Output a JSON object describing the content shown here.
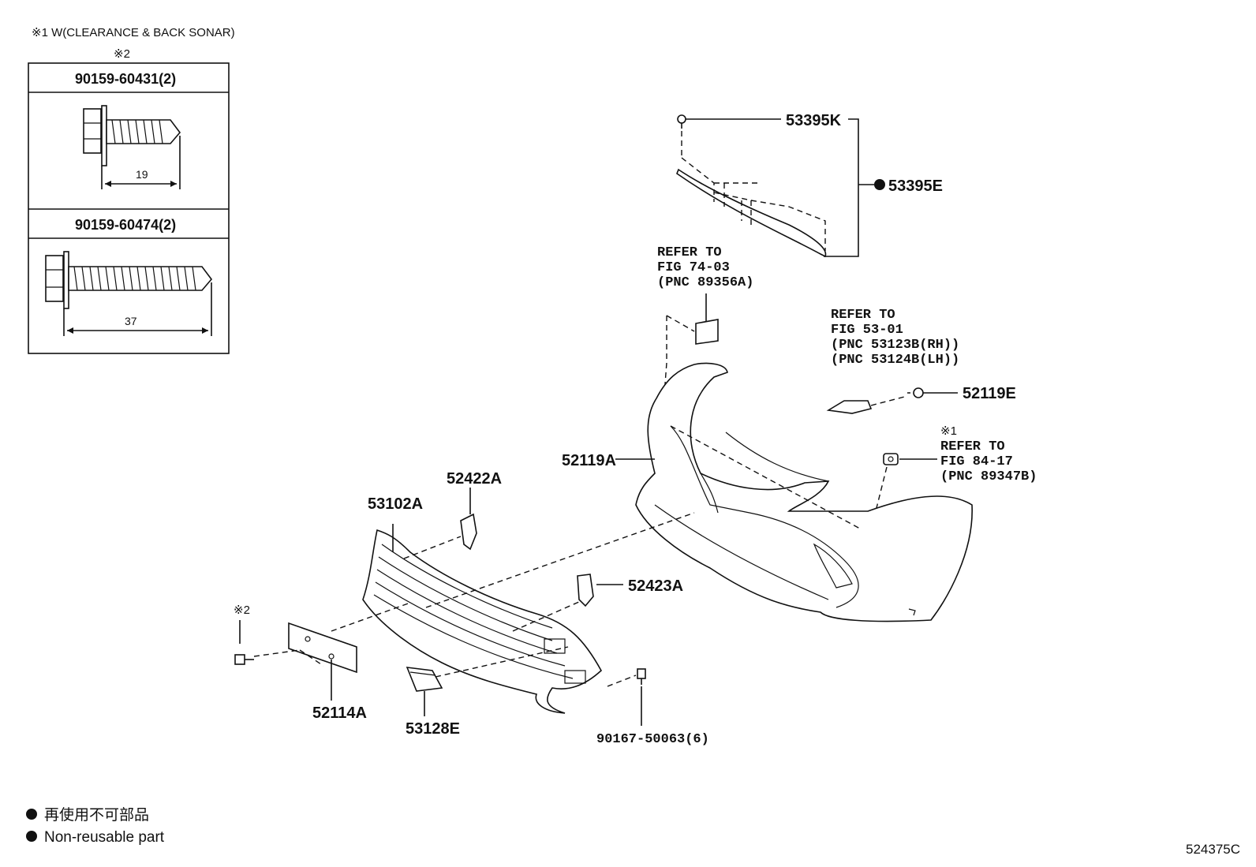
{
  "header_note": "※1 W(CLEARANCE & BACK SONAR)",
  "callout_table": {
    "mark": "※2",
    "rows": [
      {
        "part_no": "90159-60431(2)",
        "dimension": "19"
      },
      {
        "part_no": "90159-60474(2)",
        "dimension": "37"
      }
    ]
  },
  "parts": {
    "p53395K": "53395K",
    "p53395E": "53395E",
    "p52119E": "52119E",
    "p52119A": "52119A",
    "p52422A": "52422A",
    "p53102A": "53102A",
    "p52423A": "52423A",
    "p52114A": "52114A",
    "p53128E": "53128E",
    "p90167": "90167-50063(6)"
  },
  "refer_notes": {
    "fig74": [
      "REFER TO",
      "FIG 74-03",
      "(PNC 89356A)"
    ],
    "fig53": [
      "REFER TO",
      "FIG 53-01",
      "(PNC 53123B(RH))",
      "(PNC 53124B(LH))"
    ],
    "fig84_mark": "※1",
    "fig84": [
      "REFER TO",
      "FIG 84-17",
      "(PNC 89347B)"
    ]
  },
  "screw_mark": "※2",
  "legend": {
    "line1": "再使用不可部品",
    "line2": "Non-reusable part"
  },
  "figure_code": "524375C"
}
